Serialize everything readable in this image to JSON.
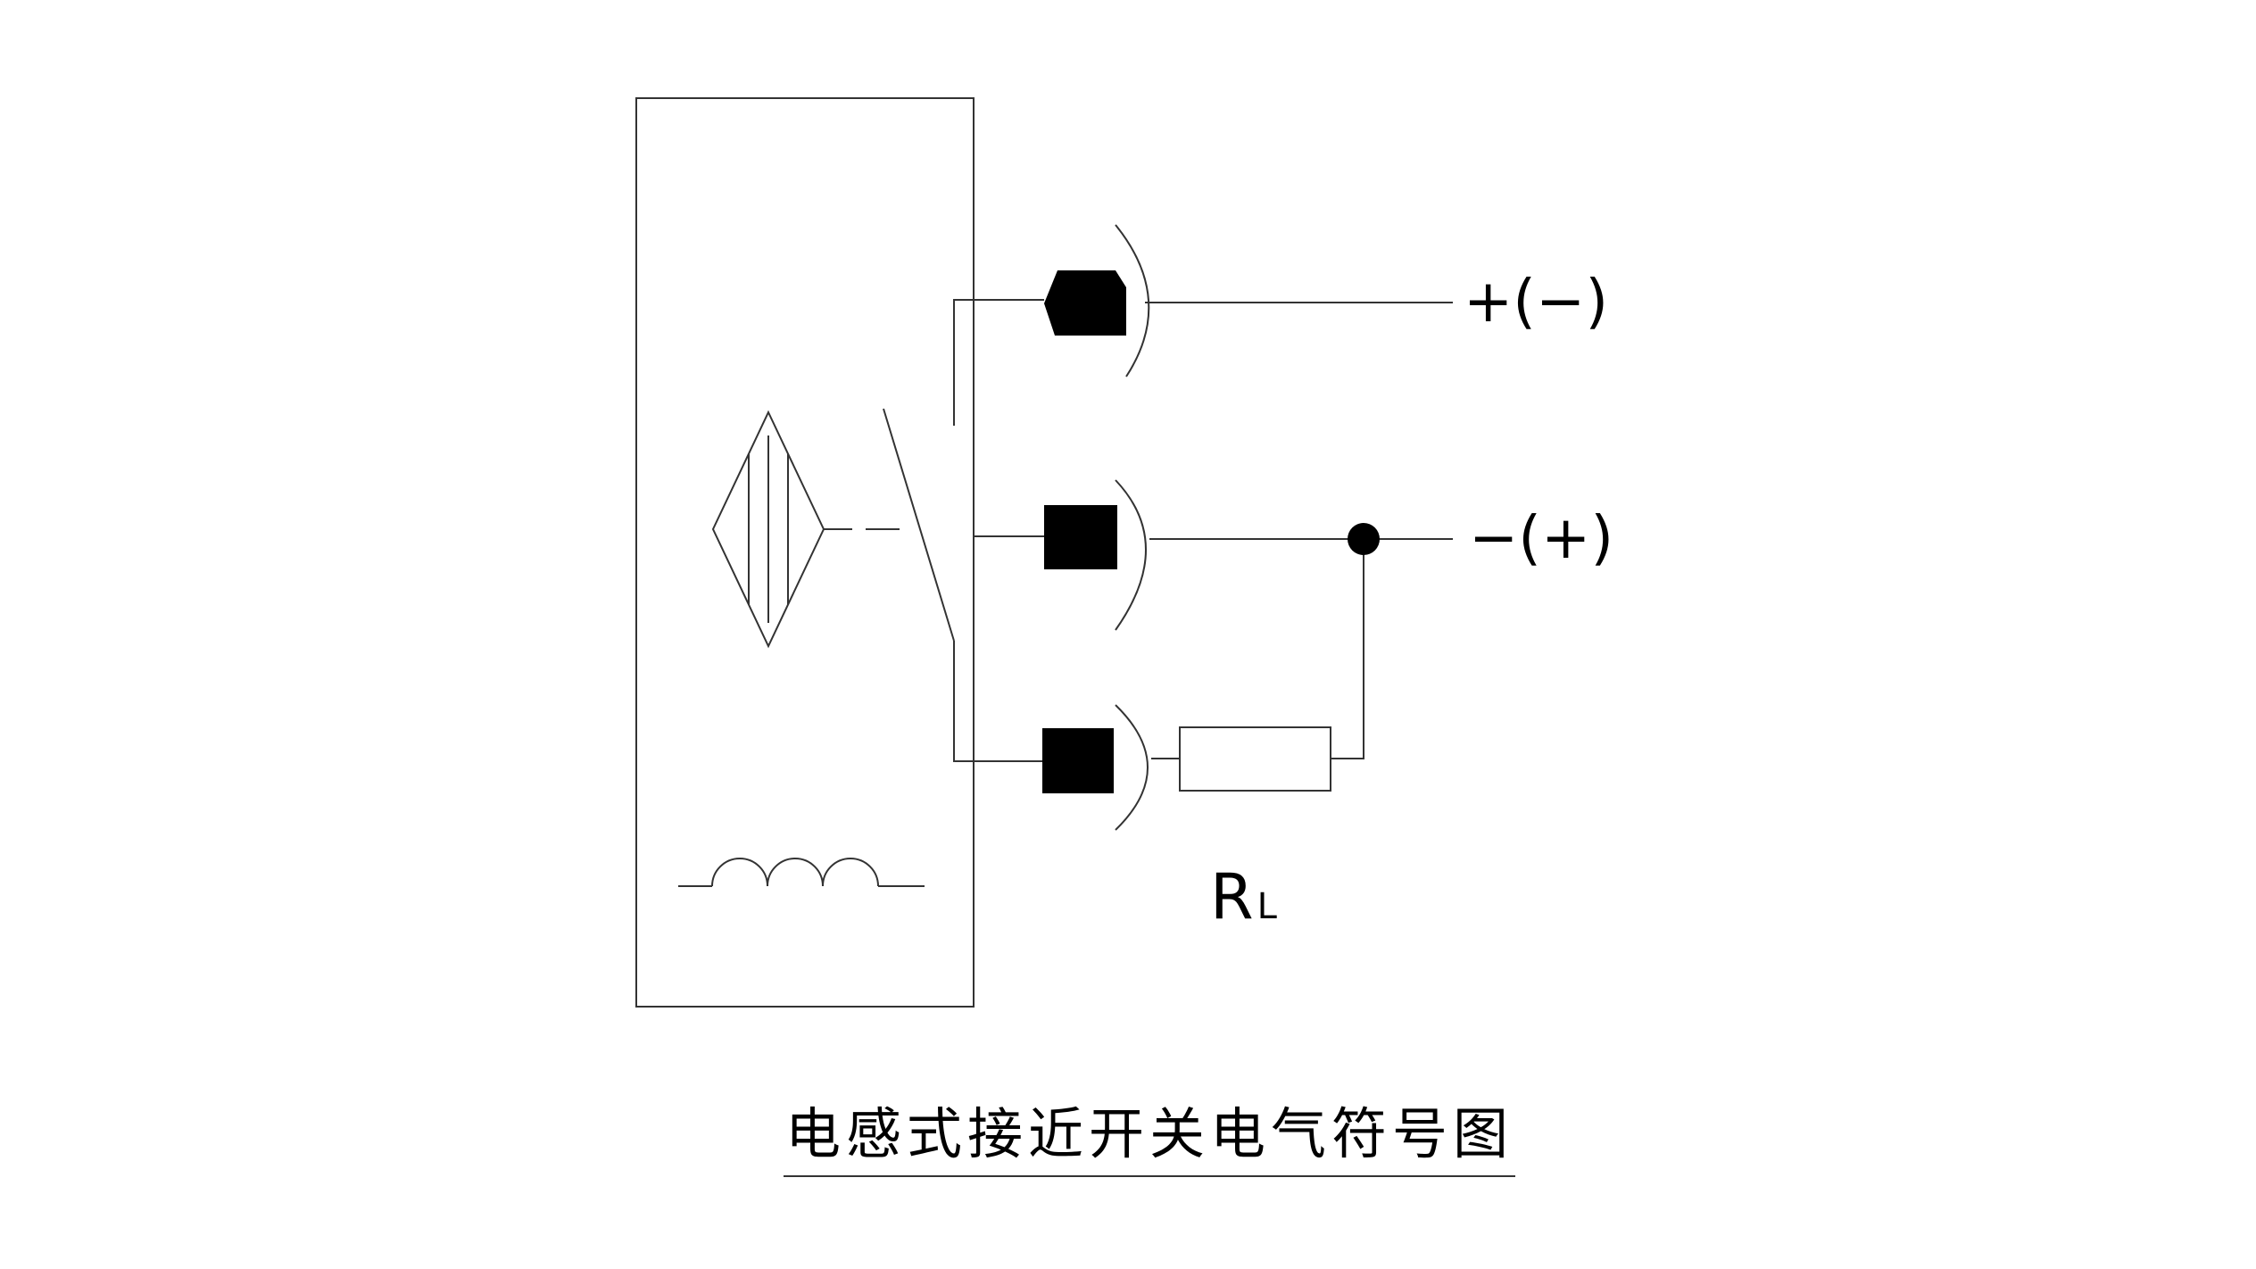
{
  "terminals": {
    "top": "+(−)",
    "middle": "−(+)"
  },
  "load_resistor": {
    "symbol": "R",
    "subscript": "L"
  },
  "caption": "电感式接近开关电气符号图",
  "colors": {
    "line": "#333333",
    "fill": "#000000",
    "background": "#ffffff"
  }
}
